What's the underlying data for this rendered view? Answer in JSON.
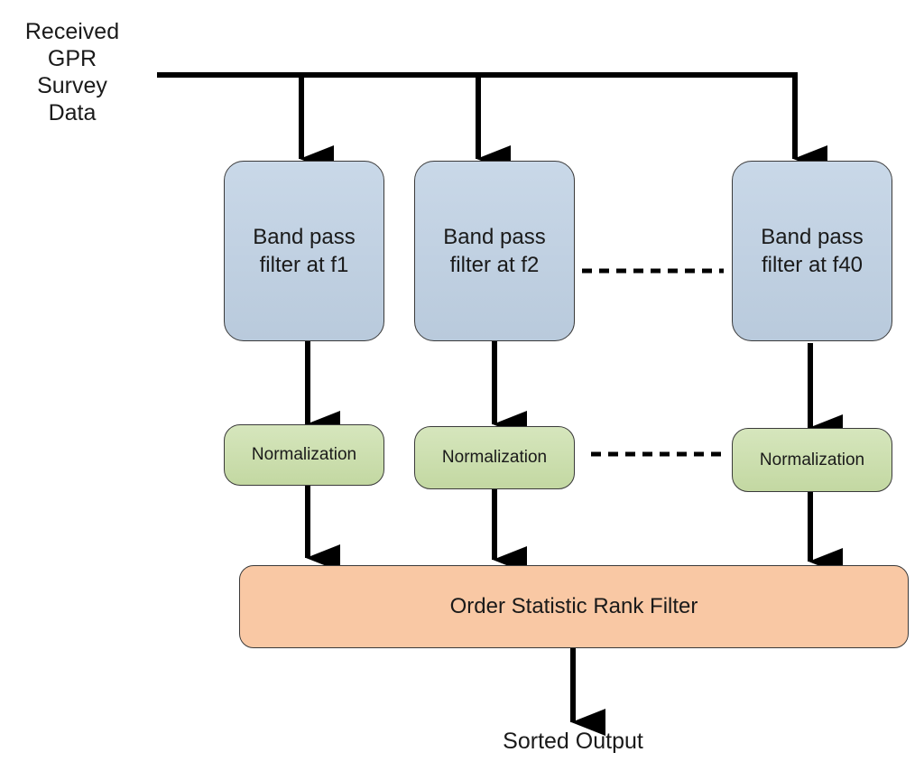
{
  "input_label": "Received\nGPR\nSurvey\nData",
  "bandpass_filters": [
    {
      "label": "Band pass\nfilter at f1"
    },
    {
      "label": "Band pass\nfilter at f2"
    },
    {
      "label": "Band pass\nfilter at f40"
    }
  ],
  "normalization_blocks": [
    {
      "label": "Normalization"
    },
    {
      "label": "Normalization"
    },
    {
      "label": "Normalization"
    }
  ],
  "rank_filter": {
    "label": "Order Statistic Rank Filter"
  },
  "output_label": "Sorted Output",
  "colors": {
    "bandpass_fill": "#c0d0e2",
    "normalization_fill": "#cde0b0",
    "rank_filter_fill": "#f9c8a4",
    "line": "#000000"
  }
}
